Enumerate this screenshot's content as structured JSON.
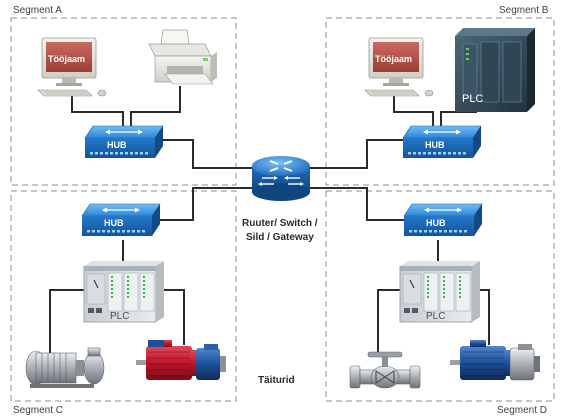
{
  "segments": {
    "a": "Segment A",
    "b": "Segment B",
    "c": "Segment C",
    "d": "Segment D"
  },
  "devices": {
    "workstation_a": "Tööjaam",
    "workstation_b": "Tööjaam",
    "hub_a": "HUB",
    "hub_b": "HUB",
    "hub_c": "HUB",
    "hub_d": "HUB",
    "plc_b": "PLC",
    "plc_c": "PLC",
    "plc_d": "PLC"
  },
  "router": {
    "line1": "Ruuter/ Switch /",
    "line2": "Sild / Gateway"
  },
  "actuators_label": "Täiturid",
  "colors": {
    "hub_blue": "#1f6fc2",
    "hub_top": "#4aa3ea",
    "cable": "#2b2b2b",
    "dashed_border": "#8c8c8c",
    "motor_red": "#c0162a",
    "motor_blue": "#1d4f9a",
    "plc_dark": "#2f4a5a"
  },
  "icons": [
    "workstation-icon",
    "printer-icon",
    "hub-icon",
    "router-icon",
    "plc-icon",
    "pump-icon",
    "motor-icon",
    "valve-icon"
  ]
}
